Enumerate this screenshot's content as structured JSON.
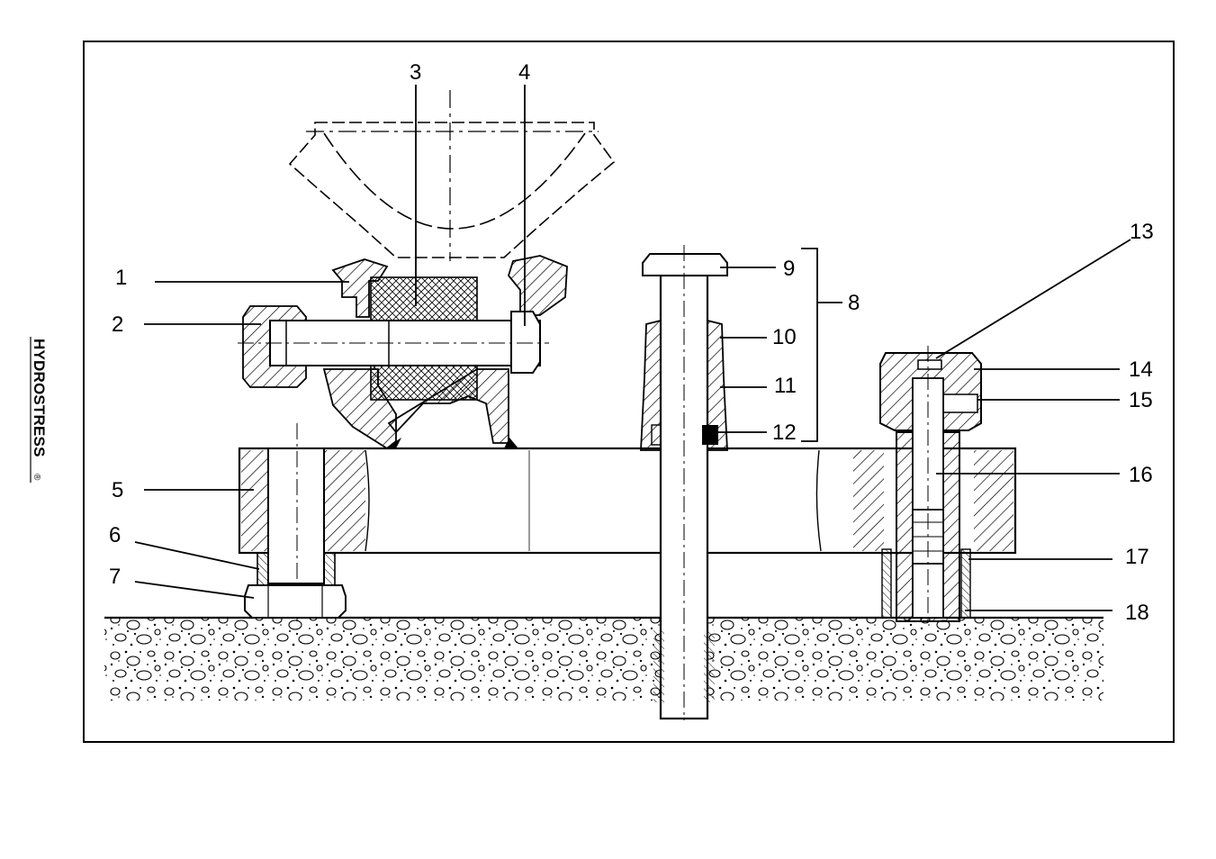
{
  "brand": {
    "name": "HYDROSTRESS",
    "registered_mark": "®"
  },
  "callouts": {
    "c1": "1",
    "c2": "2",
    "c3": "3",
    "c4": "4",
    "c5": "5",
    "c6": "6",
    "c7": "7",
    "c8": "8",
    "c9": "9",
    "c10": "10",
    "c11": "11",
    "c12": "12",
    "c13": "13",
    "c14": "14",
    "c15": "15",
    "c16": "16",
    "c17": "17",
    "c18": "18"
  }
}
